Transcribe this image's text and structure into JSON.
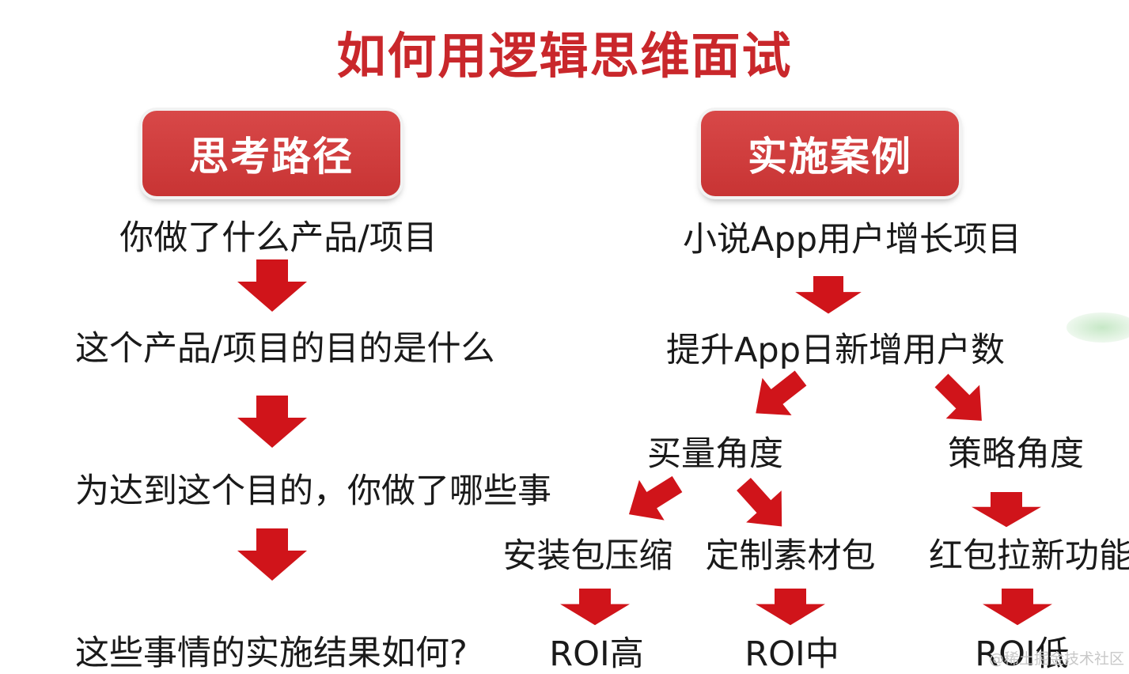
{
  "title": "如何用逻辑思维面试",
  "left": {
    "header": "思考路径",
    "steps": [
      "你做了什么产品/项目",
      "这个产品/项目的目的是什么",
      "为达到这个目的，你做了哪些事",
      "这些事情的实施结果如何?"
    ]
  },
  "right": {
    "header": "实施案例",
    "project": "小说App用户增长项目",
    "goal": "提升App日新增用户数",
    "branches": [
      {
        "label": "买量角度",
        "actions": [
          {
            "label": "安装包压缩",
            "result": "ROI高"
          },
          {
            "label": "定制素材包",
            "result": "ROI中"
          }
        ]
      },
      {
        "label": "策略角度",
        "actions": [
          {
            "label": "红包拉新功能",
            "result": "ROI低"
          }
        ]
      }
    ]
  },
  "watermark": "@稀土掘金技术社区",
  "colors": {
    "accent": "#c9272b",
    "arrow": "#d0141a",
    "header_bg": "#d04040",
    "text": "#1a1a1a"
  }
}
